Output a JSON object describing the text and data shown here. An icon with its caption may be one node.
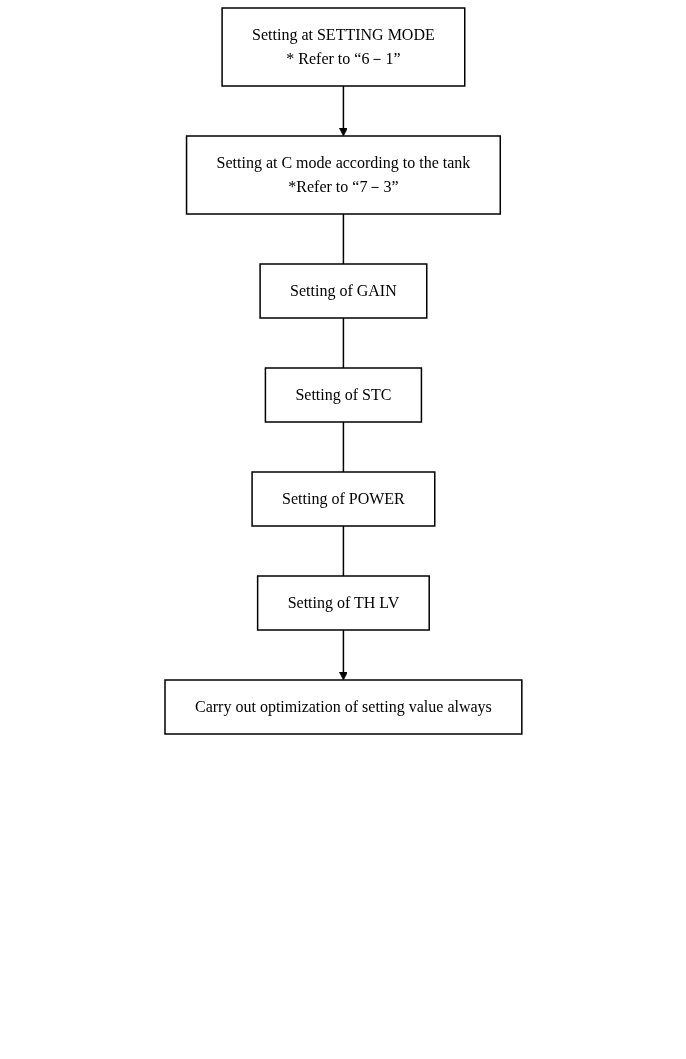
{
  "diagram": {
    "nodes": [
      {
        "text": [
          "Setting at SETTING MODE",
          "* Refer to “6－1”"
        ]
      },
      {
        "text": [
          "Setting at C mode according to the tank",
          "*Refer to “7－3”"
        ]
      },
      {
        "text": [
          "Setting of GAIN"
        ]
      },
      {
        "text": [
          "Setting of STC"
        ]
      },
      {
        "text": [
          "Setting of POWER"
        ]
      },
      {
        "text": [
          "Setting of TH LV"
        ]
      },
      {
        "text": [
          "Carry out optimization of setting value always"
        ]
      }
    ],
    "edges": [
      {
        "from": 0,
        "to": 1,
        "arrow": "to"
      },
      {
        "from": 1,
        "to": 2,
        "arrow": "none"
      },
      {
        "from": 2,
        "to": 3,
        "arrow": "none"
      },
      {
        "from": 3,
        "to": 4,
        "arrow": "none"
      },
      {
        "from": 4,
        "to": 5,
        "arrow": "none"
      },
      {
        "from": 5,
        "to": 6,
        "arrow": "to"
      }
    ]
  }
}
